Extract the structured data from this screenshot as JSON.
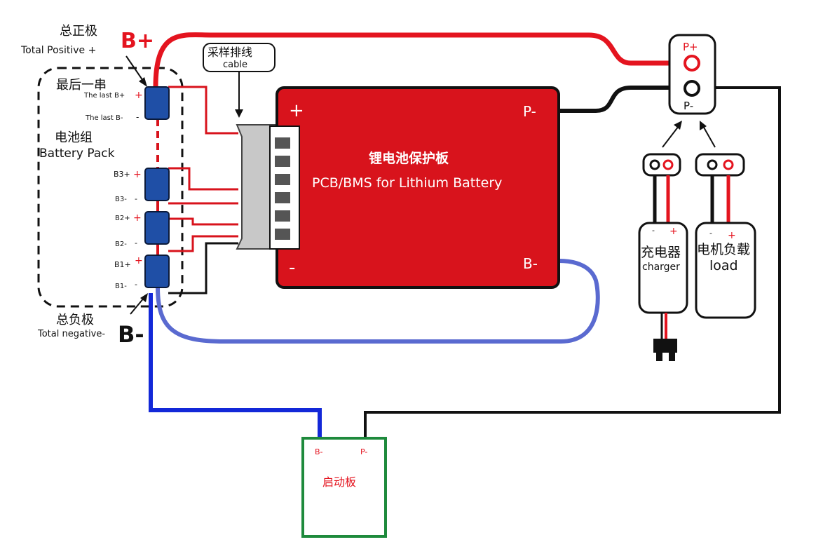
{
  "labels": {
    "total_positive_cn": "总正极",
    "total_positive_en": "Total Positive +",
    "b_plus": "B+",
    "last_string_cn": "最后一串",
    "last_b_plus": "The last B+",
    "last_b_minus": "The last B-",
    "battery_pack_cn": "电池组",
    "battery_pack_en": "Battery Pack",
    "b3_plus": "B3+",
    "b3_minus": "B3-",
    "b2_plus": "B2+",
    "b2_minus": "B2-",
    "b1_plus": "B1+",
    "b1_minus": "B1-",
    "total_negative_cn": "总负极",
    "total_negative_en": "Total negative-",
    "b_minus": "B-",
    "cable_cn": "采样排线",
    "cable_en": "cable",
    "bms_title_cn": "锂电池保护板",
    "bms_title_en": "PCB/BMS for Lithium Battery",
    "bms_plus": "+",
    "bms_minus": "-",
    "bms_p_minus": "P-",
    "bms_b_minus": "B-",
    "p_plus": "P+",
    "p_minus": "P-",
    "charger_cn": "充电器",
    "charger_en": "charger",
    "load_cn": "电机负载",
    "load_en": "load",
    "start_board": "启动板",
    "start_b_minus": "B-",
    "start_p_minus": "P-",
    "plus_sign": "+",
    "minus_sign": "-"
  },
  "colors": {
    "red": "#e4141f",
    "black": "#111111",
    "blue": "#1328d8",
    "purple_blue": "#5a6ad0",
    "green": "#1e8a3c",
    "bms": "#d8131c",
    "cell": "#1f4fa6"
  }
}
